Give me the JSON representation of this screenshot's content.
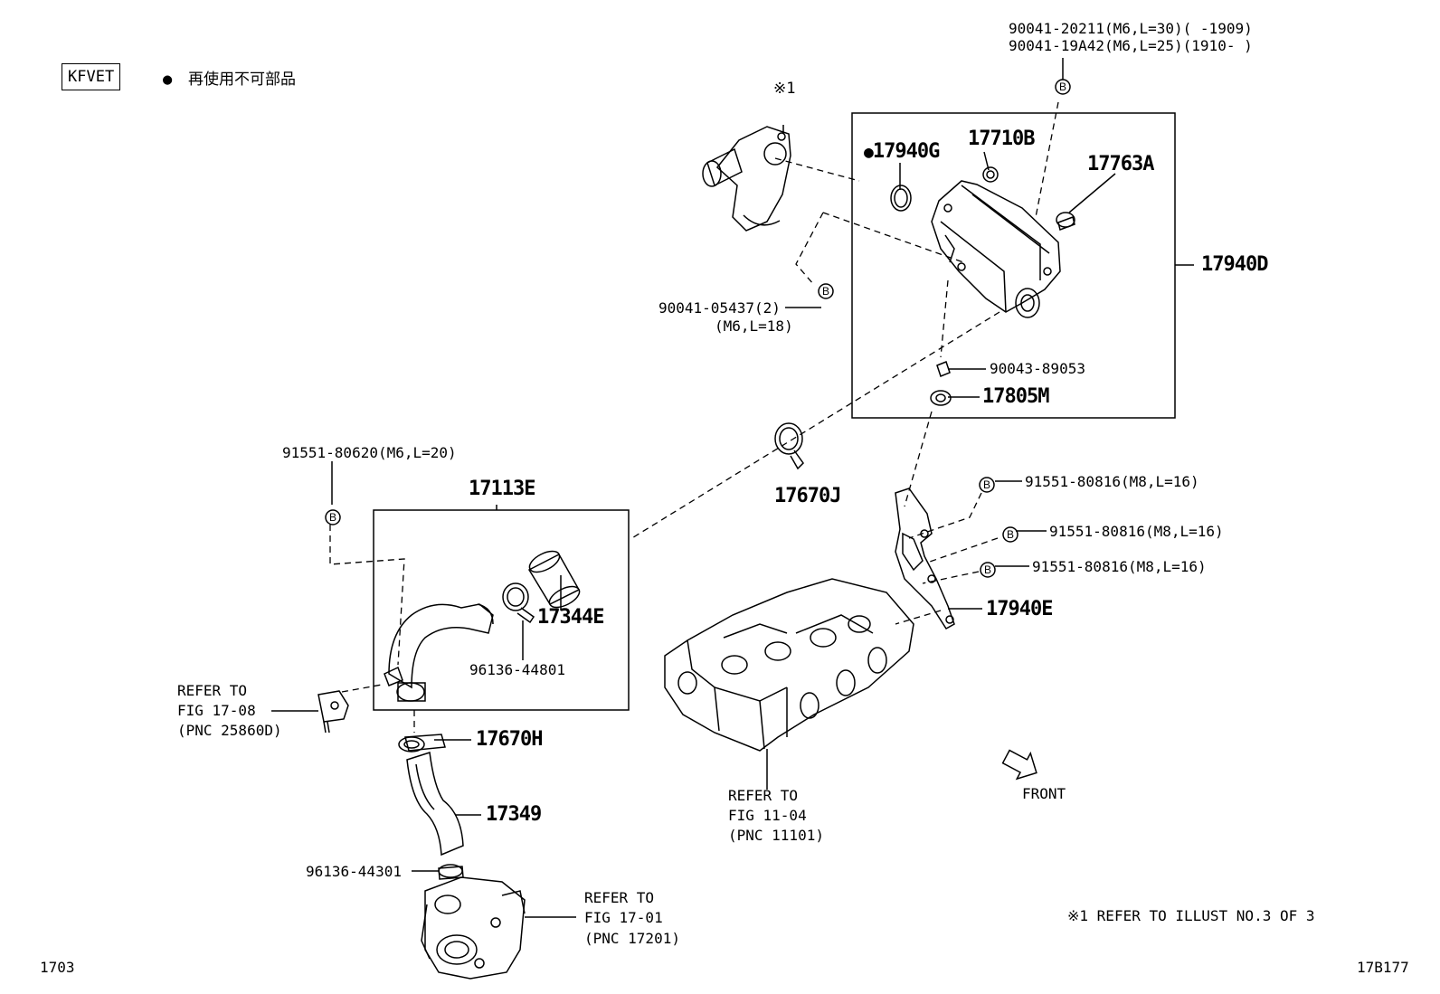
{
  "header": {
    "model_code": "KFVET",
    "legend_mark": "●",
    "legend_text": "再使用不可部品"
  },
  "footer": {
    "page_left": "1703",
    "page_right": "17B177",
    "note": "※1 REFER TO ILLUST NO.3 OF 3"
  },
  "front_label": "FRONT",
  "parts": {
    "p_90041_20211": "90041-20211(M6,L=30)(    -1909)",
    "p_90041_19a42": "90041-19A42(M6,L=25)(1910-    )",
    "note_star1": "※1",
    "p_17940g": "17940G",
    "p_17710b": "17710B",
    "p_17763a": "17763A",
    "p_17940d": "17940D",
    "p_90041_05437": "90041-05437(2)",
    "p_90041_05437_spec": "(M6,L=18)",
    "p_90043_89053": "90043-89053",
    "p_17805m": "17805M",
    "p_91551_80620": "91551-80620(M6,L=20)",
    "p_17113e": "17113E",
    "p_17670j": "17670J",
    "p_91551_80816_a": "91551-80816(M8,L=16)",
    "p_91551_80816_b": "91551-80816(M8,L=16)",
    "p_91551_80816_c": "91551-80816(M8,L=16)",
    "p_17940e": "17940E",
    "p_17344e": "17344E",
    "p_96136_44801": "96136-44801",
    "p_17670h": "17670H",
    "p_17349": "17349",
    "p_96136_44301": "96136-44301"
  },
  "refs": {
    "ref_17_08": [
      "REFER TO",
      "FIG 17-08",
      "(PNC 25860D)"
    ],
    "ref_11_04": [
      "REFER TO",
      "FIG 11-04",
      "(PNC 11101)"
    ],
    "ref_17_01": [
      "REFER TO",
      "FIG 17-01",
      "(PNC 17201)"
    ]
  },
  "markers": {
    "b": "B"
  }
}
